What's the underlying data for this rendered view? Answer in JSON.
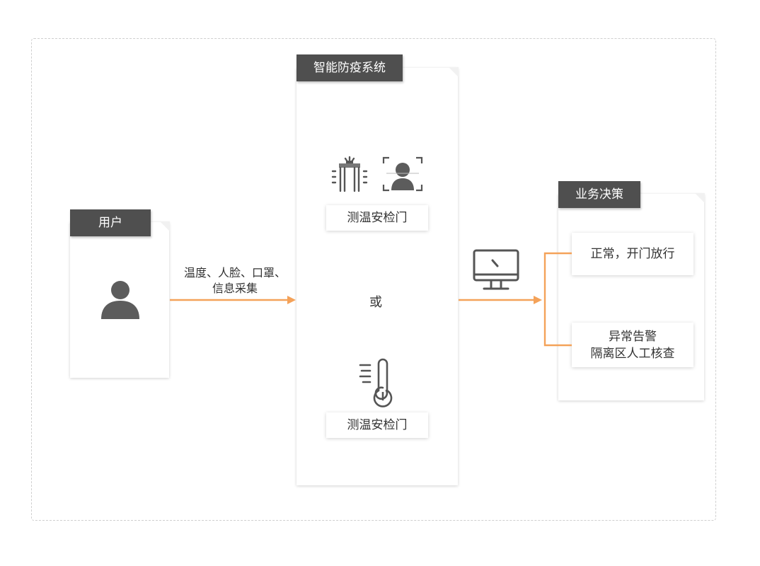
{
  "user_panel": {
    "tag": "用户",
    "icon": "person-icon"
  },
  "edge_user_to_system": {
    "line1": "温度、人脸、口罩、",
    "line2": "信息采集"
  },
  "system_panel": {
    "tag": "智能防疫系统",
    "gate_icon": "security-gate-icon",
    "face_icon": "face-scan-icon",
    "card_top": "测温安检门",
    "or": "或",
    "thermometer_icon": "thermometer-icon",
    "card_bottom": "测温安检门"
  },
  "monitor_icon": "monitor-icon",
  "decision_panel": {
    "tag": "业务决策",
    "normal": "正常，开门放行",
    "abnormal_line1": "异常告警",
    "abnormal_line2": "隔离区人工核查"
  },
  "colors": {
    "arrow": "#f4a259",
    "tag_bg": "#4f4f4f",
    "icon": "#555555"
  }
}
